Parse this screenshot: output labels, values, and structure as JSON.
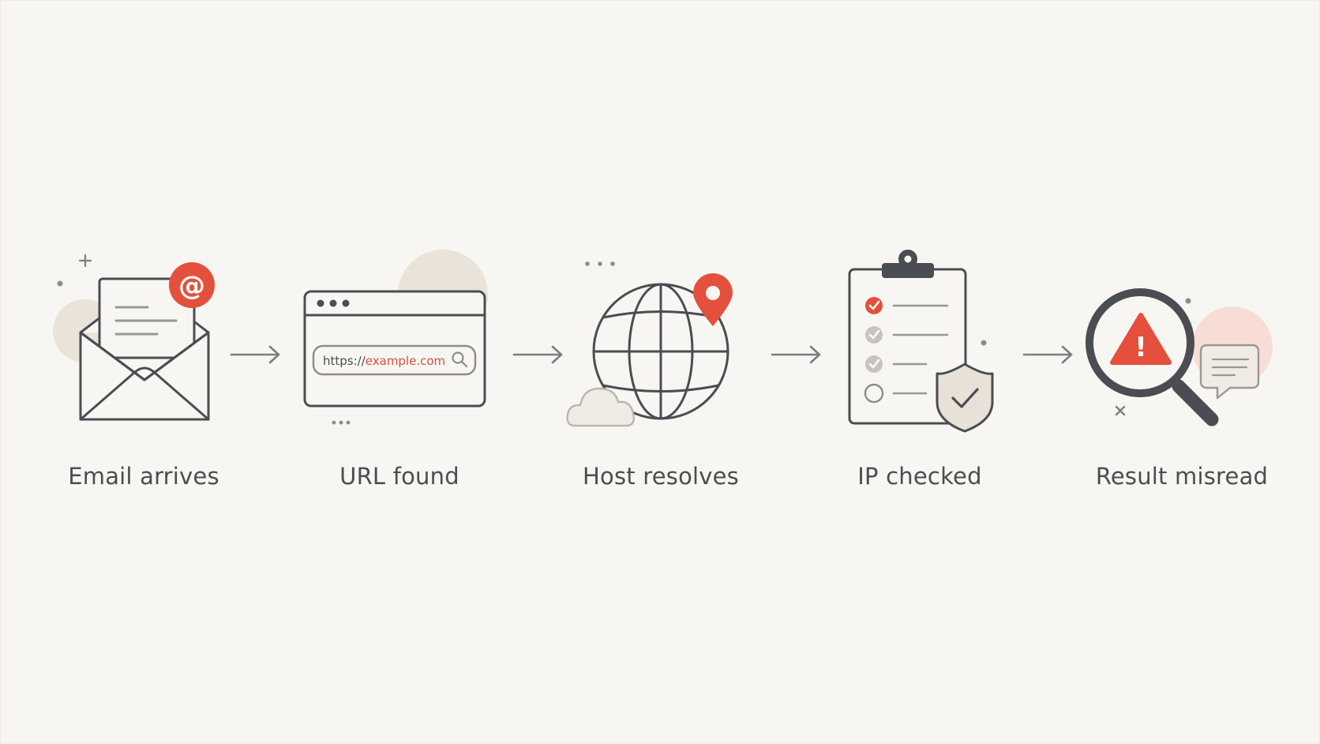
{
  "colors": {
    "background": "#f8f6f2",
    "stroke": "#4a4d52",
    "accent": "#e4503c",
    "muted_fill": "#e7e1d8",
    "check_gray": "#bdbab4"
  },
  "steps": [
    {
      "label": "Email arrives",
      "icon": "envelope-at-icon"
    },
    {
      "label": "URL found",
      "icon": "browser-window-icon"
    },
    {
      "label": "Host resolves",
      "icon": "globe-pin-icon"
    },
    {
      "label": "IP checked",
      "icon": "clipboard-shield-icon"
    },
    {
      "label": "Result misread",
      "icon": "magnifier-warning-icon"
    }
  ],
  "url": {
    "scheme": "https://",
    "domain": "example.com"
  },
  "email_badge": "@",
  "warning_symbol": "!"
}
